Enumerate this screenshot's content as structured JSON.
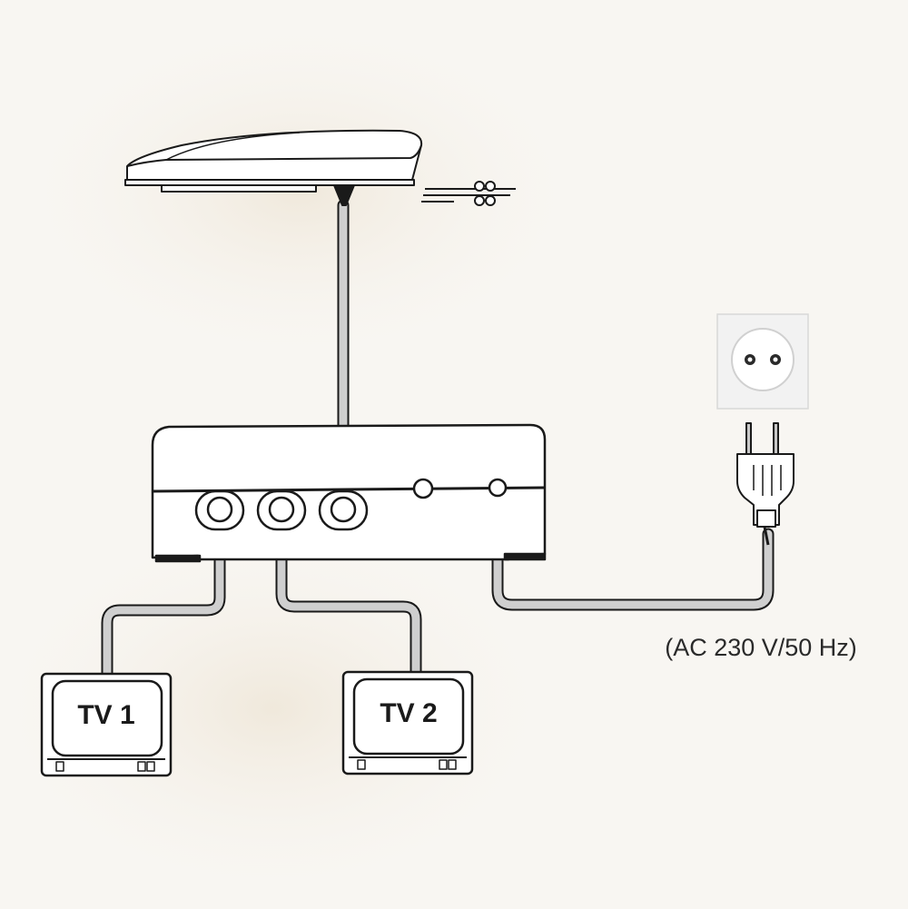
{
  "labels": {
    "tv1": "TV 1",
    "tv2": "TV 2",
    "power": "(AC 230 V/50 Hz)"
  },
  "colors": {
    "background": "#f8f6f2",
    "cable": "#c9c9c9",
    "outline": "#1a1a1a",
    "device_fill": "#ffffff",
    "socket_fill": "#f2f2f2"
  },
  "icons": {
    "antenna": "outdoor-tv-antenna-icon",
    "splitter": "amplifier-splitter-box",
    "wall_socket": "wall-power-socket-icon",
    "plug": "power-plug-icon",
    "tv": "television-icon"
  }
}
